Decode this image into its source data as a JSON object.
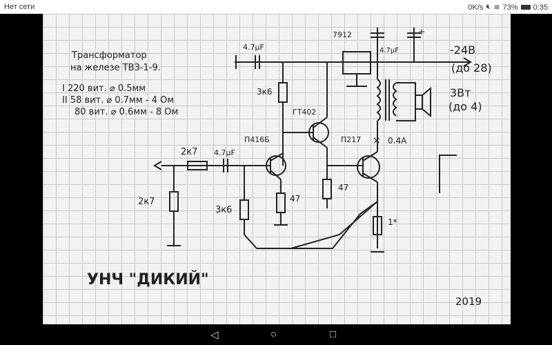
{
  "status_bar": {
    "network": "Нет сети",
    "speed": "0K/s",
    "battery": "73%",
    "time": "0:35"
  },
  "schematic": {
    "transformer_title": "Трансформатор",
    "transformer_core": "на железе ТВЗ-1-9.",
    "winding_1": "I 220 вит. ⌀ 0.5мм",
    "winding_2": "II 58 вит. ⌀ 0.7мм - 4 Ом",
    "winding_3": "80 вит. ⌀ 0.6мм - 8 Ом",
    "c1": "4.7μF",
    "c2": "4.7μF",
    "c3": "4.7μF",
    "regulator": "7912",
    "supply": "-24В",
    "supply_note": "(до 28)",
    "speaker": "3Вт",
    "speaker_note": "(до 4)",
    "r_3k6_top": "3к6",
    "t_gt402": "ГТ402",
    "t_p416": "П416Б",
    "t_p217": "П217",
    "current": "0.4А",
    "r_2k7_series": "2к7",
    "r_2k7_shunt": "2к7",
    "r_3k6_bottom": "3к6",
    "r_47_a": "47",
    "r_47_b": "47",
    "r_1": "1*",
    "title": "УНЧ \"ДИКИЙ\"",
    "year": "2019"
  },
  "nav": {
    "back": "◁",
    "home": "○",
    "recent": "□"
  }
}
